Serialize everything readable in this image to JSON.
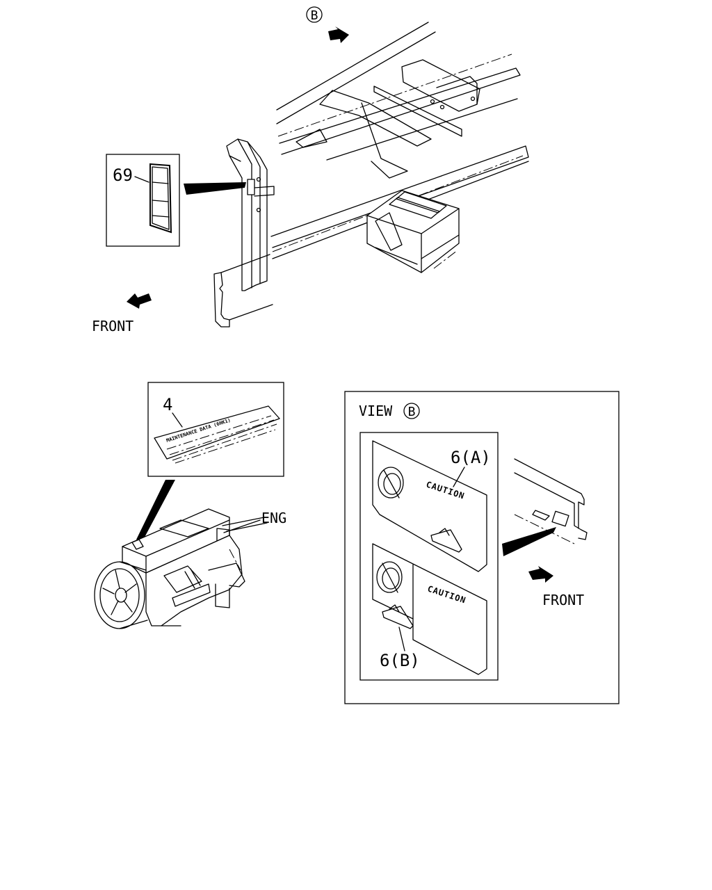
{
  "labels": {
    "view_marker": "B",
    "front_top": "FRONT",
    "part_69": "69",
    "part_4": "4",
    "eng": "ENG",
    "view_title": "VIEW",
    "view_title_marker": "B",
    "part_6a": "6(A)",
    "part_6b": "6(B)",
    "caution_a": "CAUTION",
    "caution_b": "CAUTION",
    "front_view": "FRONT",
    "decal_4_text": "MAINTENANCE DATA (6HK1)"
  }
}
